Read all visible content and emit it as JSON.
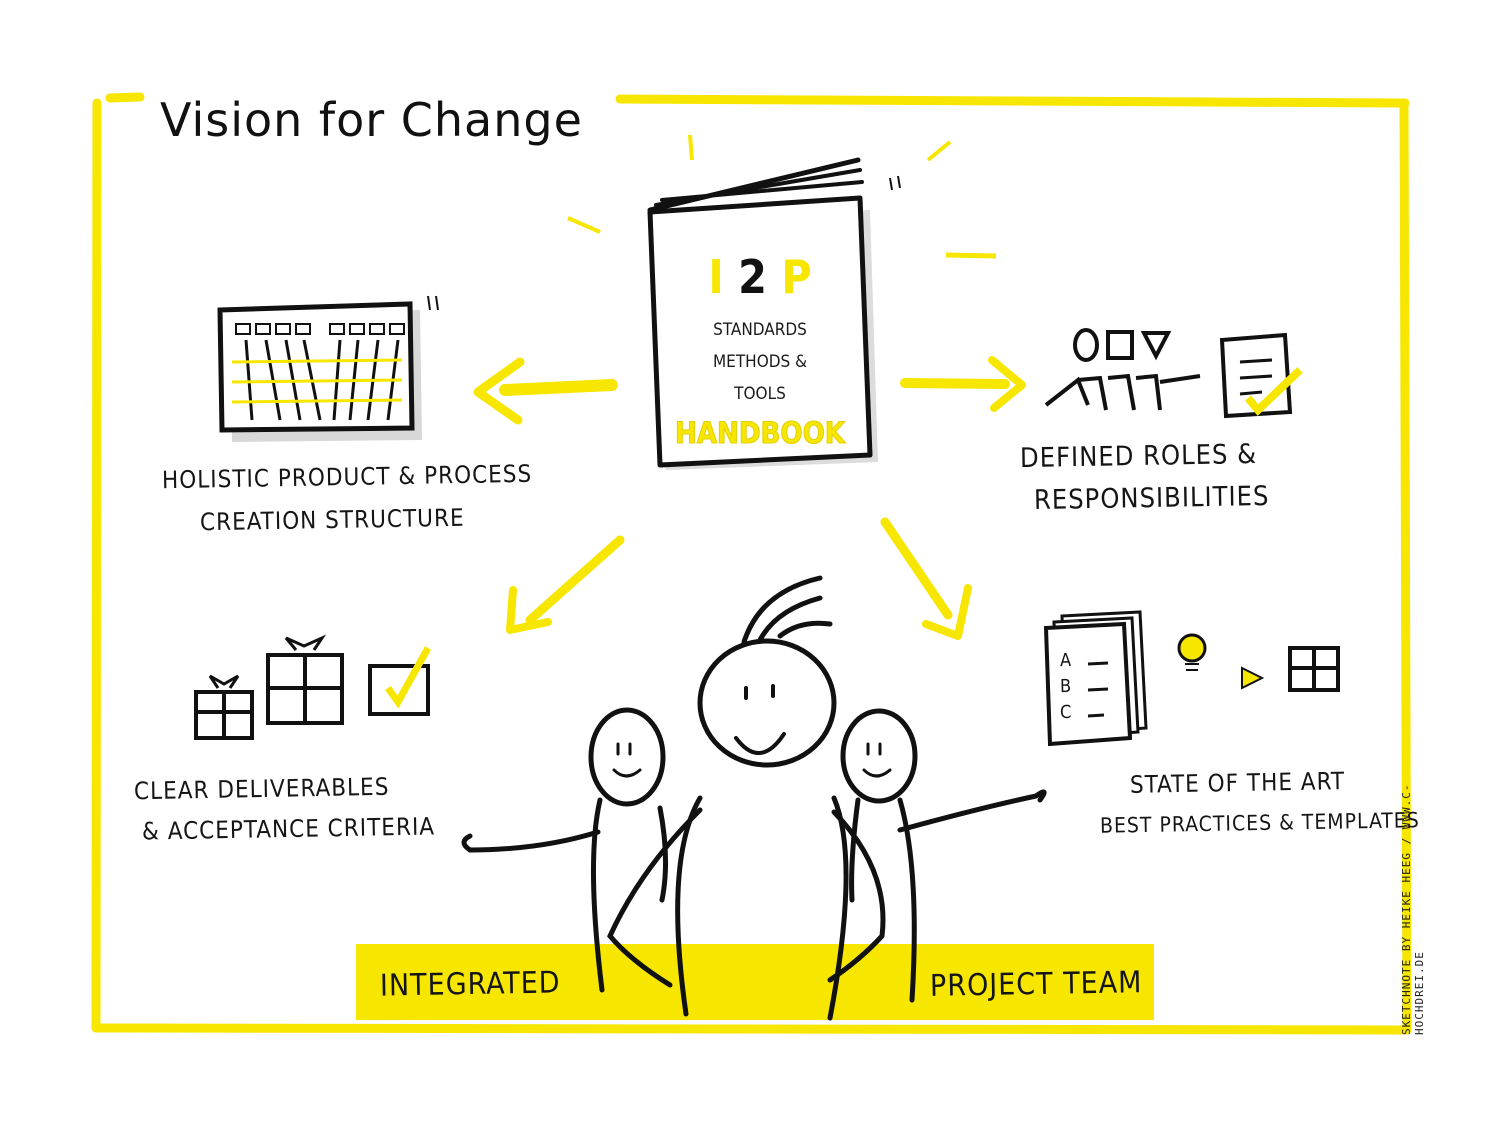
{
  "title": "Vision for Change",
  "handbook": {
    "code_a": "I",
    "code_b": "2",
    "code_c": "P",
    "line1": "Standards",
    "line2": "Methods &",
    "line3": "Tools",
    "handbook_word": "Handbook"
  },
  "items": {
    "holistic": {
      "line1": "Holistic Product & Process",
      "line2": "Creation Structure"
    },
    "roles": {
      "line1": "Defined Roles &",
      "line2": "Responsibilities"
    },
    "deliverables": {
      "line1": "Clear Deliverables",
      "line2": "& Acceptance Criteria"
    },
    "state_art": {
      "line1": "State of the Art",
      "line2": "Best Practices & Templates"
    }
  },
  "abc": {
    "a": "A",
    "b": "B",
    "c": "C"
  },
  "banner": {
    "left": "Integrated",
    "right": "Project Team"
  },
  "credit": "Sketchnote by Heike Heeg / www.c-hochdrei.de",
  "colors": {
    "accent": "#f7e600",
    "ink": "#111111",
    "shadow": "#d8d8d8"
  }
}
